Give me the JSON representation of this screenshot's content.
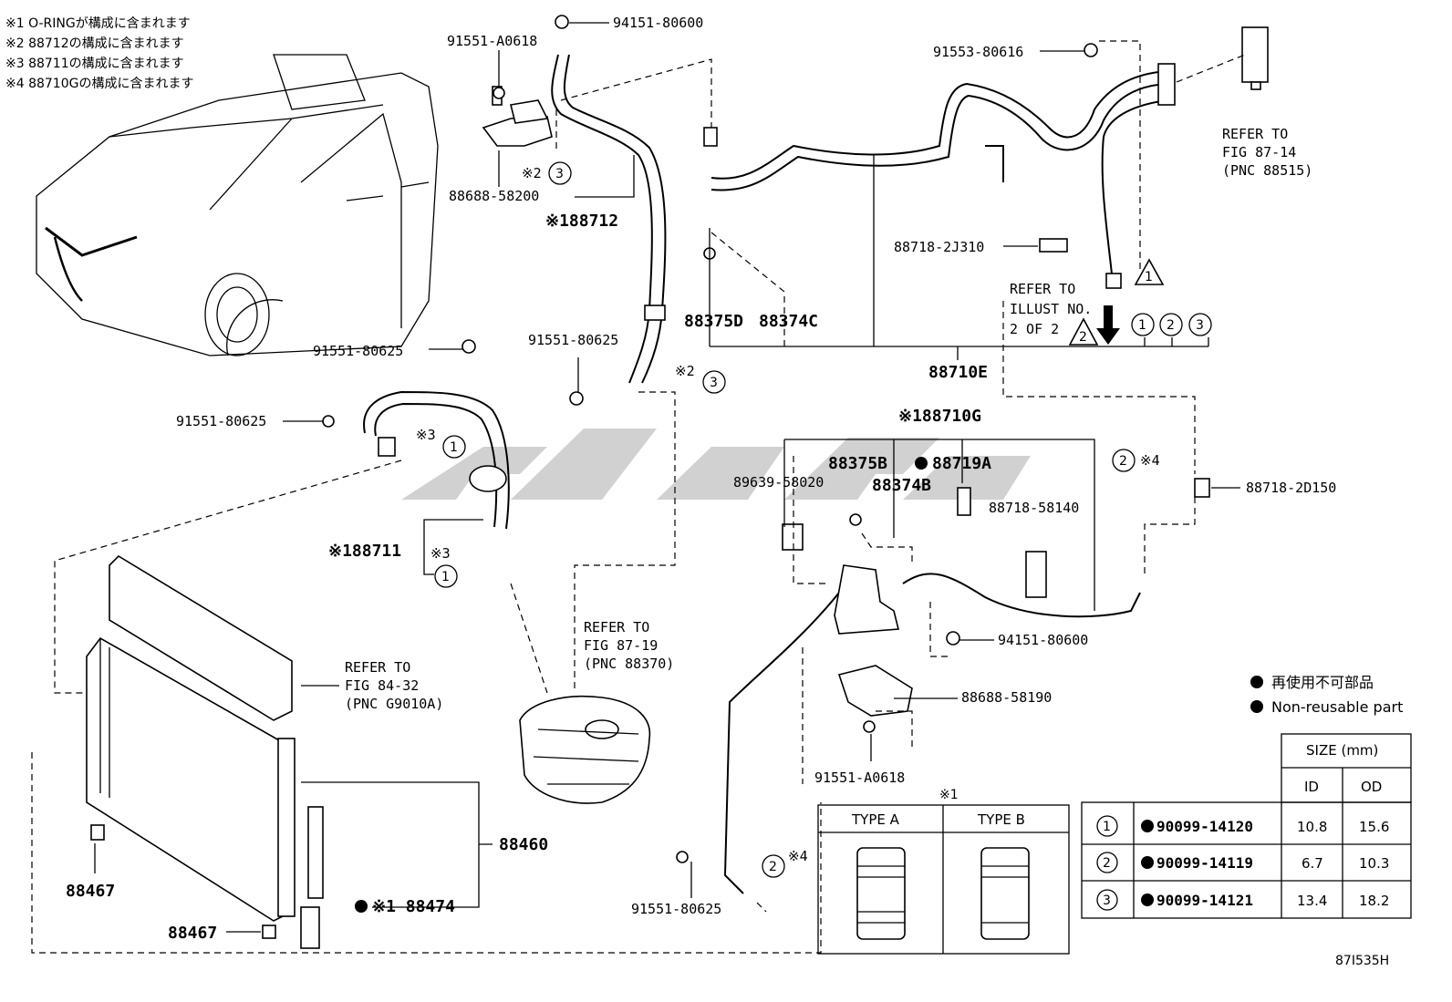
{
  "notes": [
    "※1 O-RINGが構成に含まれます",
    "※2 88712の構成に含まれます",
    "※3 88711の構成に含まれます",
    "※4 88710Gの構成に含まれます"
  ],
  "labels": {
    "p94151_80600_top": "94151-80600",
    "p91551_A0618_top": "91551-A0618",
    "p91553_80616": "91553-80616",
    "refer_87_14": [
      "REFER TO",
      "FIG 87-14",
      "(PNC 88515)"
    ],
    "p88688_58200": "88688-58200",
    "p88712": "※188712",
    "mark2_a": "※2",
    "p88718_2J310": "88718-2J310",
    "refer_illust": [
      "REFER TO",
      "ILLUST NO.",
      "2 OF 2"
    ],
    "p88375D": "88375D",
    "p88374C": "88374C",
    "p88710E": "88710E",
    "p91551_80625_a": "91551-80625",
    "p91551_80625_b": "91551-80625",
    "p91551_80625_c": "91551-80625",
    "p91551_80625_d": "91551-80625",
    "mark2_b": "※2",
    "mark3_a": "※3",
    "mark3_b": "※3",
    "mark4_a": "※4",
    "mark4_b": "※4",
    "p88710G": "※188710G",
    "p88375B": "88375B",
    "p88719A": "88719A",
    "p88374B": "88374B",
    "p89639_58020": "89639-58020",
    "p88718_58140": "88718-58140",
    "p88718_2D150": "88718-2D150",
    "p88711": "※188711",
    "refer_87_19": [
      "REFER TO",
      "FIG 87-19",
      "(PNC 88370)"
    ],
    "p94151_80600_b": "94151-80600",
    "refer_84_32": [
      "REFER TO",
      "FIG 84-32",
      "(PNC G9010A)"
    ],
    "p88688_58190": "88688-58190",
    "p91551_A0618_b": "91551-A0618",
    "p88460": "88460",
    "p88467_a": "88467",
    "p88467_b": "88467",
    "p88474": "※1 88474",
    "type_title": "※1",
    "type_a": "TYPE A",
    "type_b": "TYPE B",
    "diagram_id": "87I535H",
    "triangle_1": "1",
    "triangle_2": "2"
  },
  "legend": {
    "jp": "再使用不可部品",
    "en": "Non-reusable part"
  },
  "size_table": {
    "size_header": "SIZE (mm)",
    "id_header": "ID",
    "od_header": "OD",
    "rows": [
      {
        "num": "1",
        "part": "90099-14120",
        "id": "10.8",
        "od": "15.6"
      },
      {
        "num": "2",
        "part": "90099-14119",
        "id": "6.7",
        "od": "10.3"
      },
      {
        "num": "3",
        "part": "90099-14121",
        "id": "13.4",
        "od": "18.2"
      }
    ]
  },
  "callouts": {
    "c1": "1",
    "c2": "2",
    "c3": "3"
  },
  "colors": {
    "ink": "#000000",
    "watermark": "#c8c8c8"
  }
}
